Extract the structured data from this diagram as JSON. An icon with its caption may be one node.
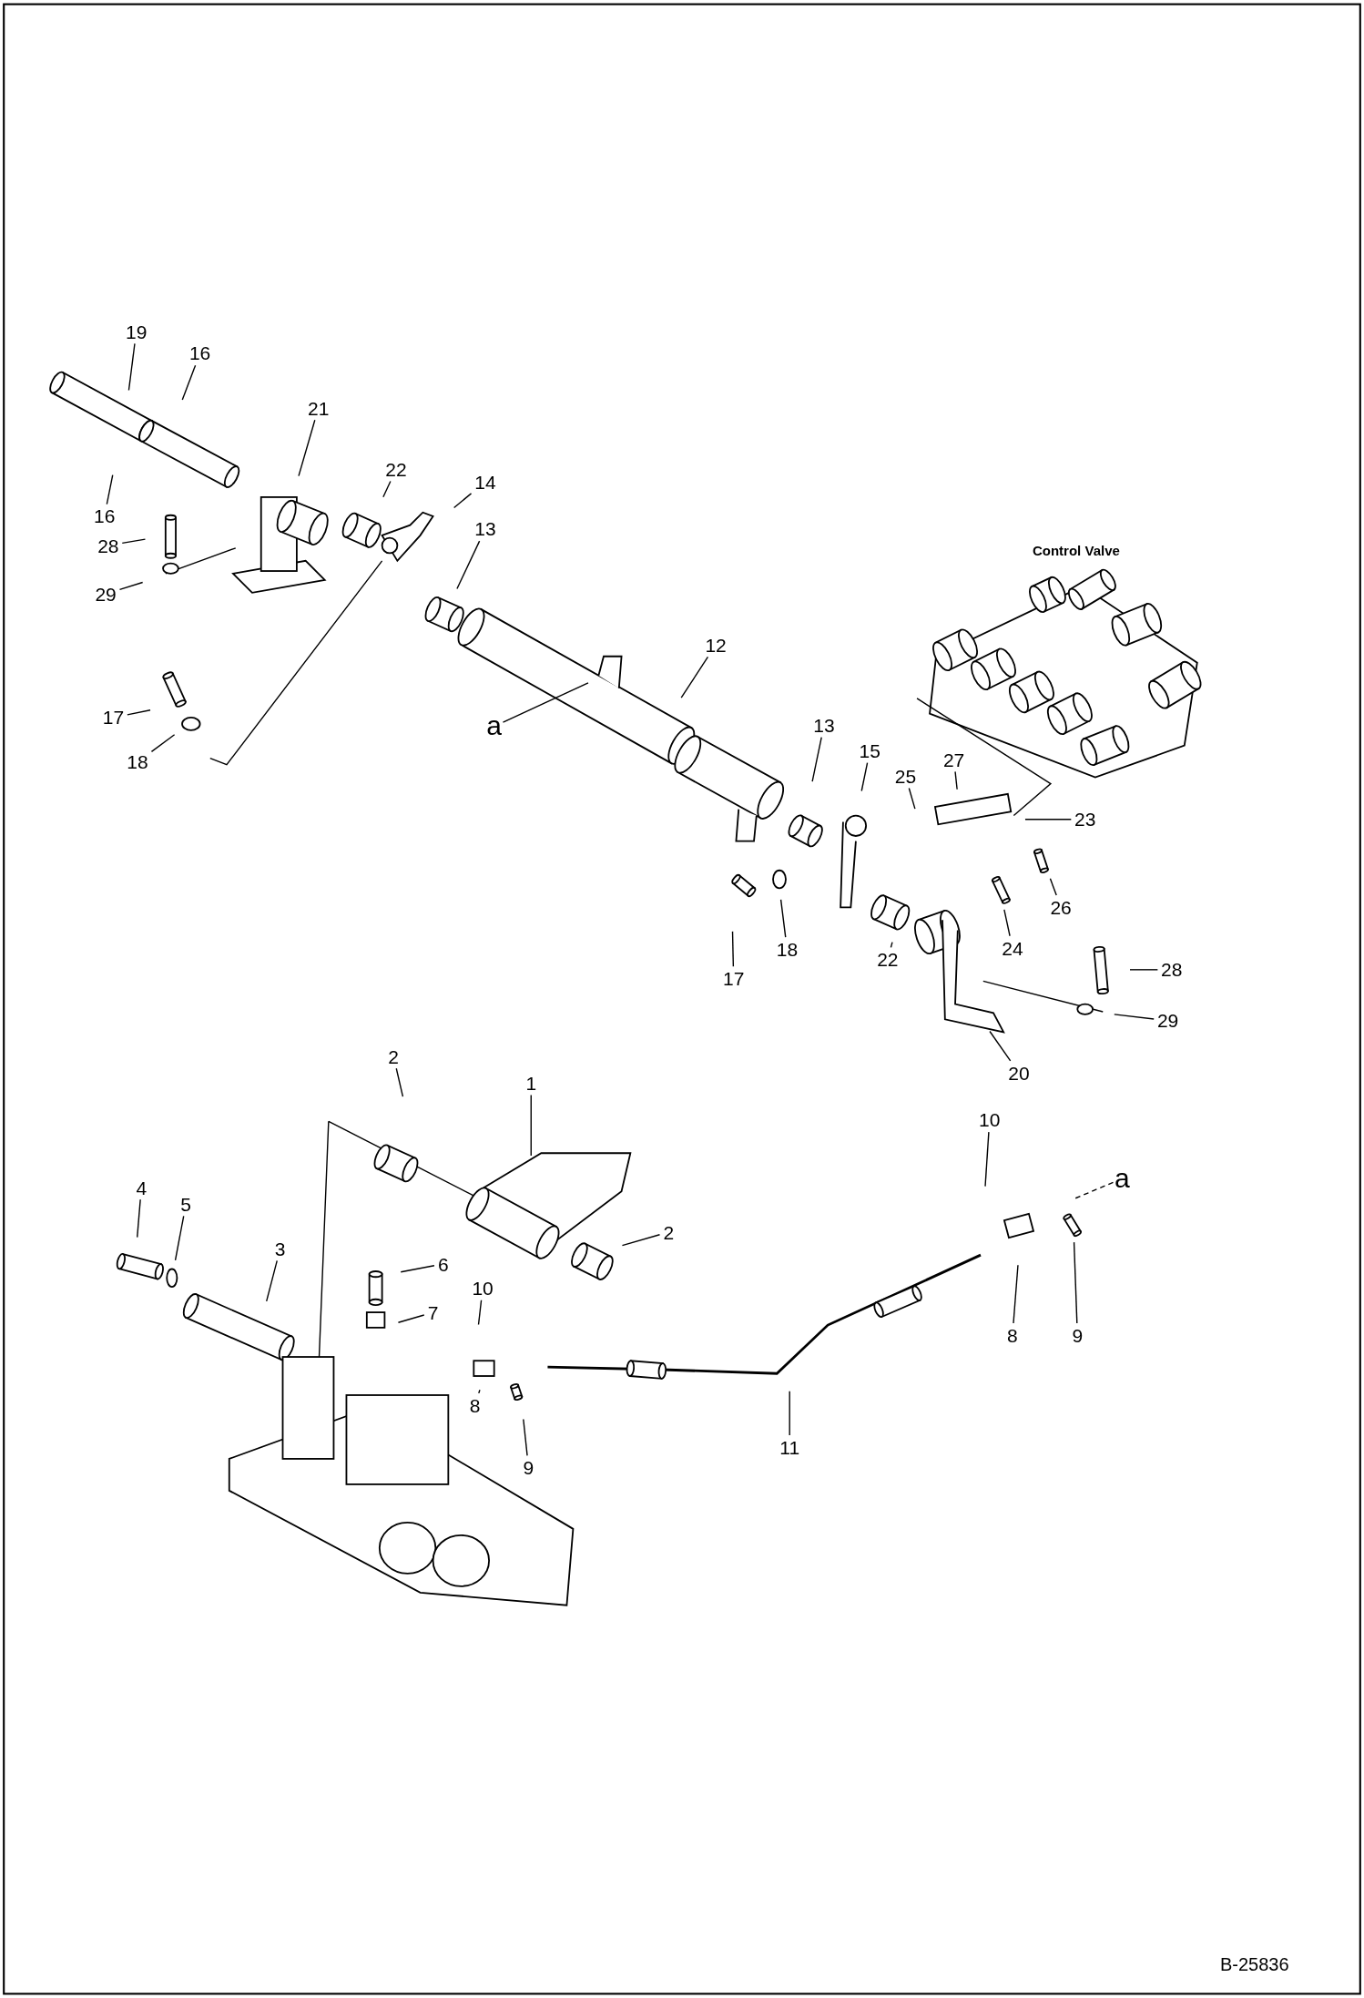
{
  "diagram": {
    "nodes": [
      {
        "text": [
          "19"
        ]
      },
      {
        "text": [
          "16"
        ]
      },
      {
        "text": [
          "21"
        ]
      },
      {
        "text": [
          "16"
        ]
      },
      {
        "text": [
          "22"
        ]
      },
      {
        "text": [
          "14"
        ]
      },
      {
        "text": [
          "28"
        ]
      },
      {
        "text": [
          "13"
        ]
      },
      {
        "text": [
          "29"
        ]
      },
      {
        "text": [
          "12"
        ]
      },
      {
        "text": [
          "a"
        ]
      },
      {
        "text": [
          "17"
        ]
      },
      {
        "text": [
          "18"
        ]
      },
      {
        "text": [
          "13"
        ]
      },
      {
        "text": [
          "15"
        ]
      },
      {
        "text": [
          "25"
        ]
      },
      {
        "text": [
          "27"
        ]
      },
      {
        "text": [
          "23"
        ]
      },
      {
        "text": [
          "17"
        ]
      },
      {
        "text": [
          "18"
        ]
      },
      {
        "text": [
          "22"
        ]
      },
      {
        "text": [
          "24"
        ]
      },
      {
        "text": [
          "26"
        ]
      },
      {
        "text": [
          "28"
        ]
      },
      {
        "text": [
          "29"
        ]
      },
      {
        "text": [
          "20"
        ]
      },
      {
        "text": [
          "2"
        ]
      },
      {
        "text": [
          "1"
        ]
      },
      {
        "text": [
          "10"
        ]
      },
      {
        "text": [
          "a"
        ]
      },
      {
        "text": [
          "4"
        ]
      },
      {
        "text": [
          "5"
        ]
      },
      {
        "text": [
          "2"
        ]
      },
      {
        "text": [
          "3"
        ]
      },
      {
        "text": [
          "6"
        ]
      },
      {
        "text": [
          "7"
        ]
      },
      {
        "text": [
          "10"
        ]
      },
      {
        "text": [
          "8"
        ]
      },
      {
        "text": [
          "9"
        ]
      },
      {
        "text": [
          "11"
        ]
      },
      {
        "text": [
          "8"
        ]
      },
      {
        "text": [
          "9"
        ]
      }
    ],
    "edges": [
      {
        "from": 0,
        "to": null,
        "arrow": "none"
      },
      {
        "from": 1,
        "to": null,
        "arrow": "none"
      },
      {
        "from": 2,
        "to": null,
        "arrow": "none"
      },
      {
        "from": 3,
        "to": null,
        "arrow": "none"
      },
      {
        "from": 4,
        "to": null,
        "arrow": "none"
      },
      {
        "from": 5,
        "to": null,
        "arrow": "none"
      },
      {
        "from": 6,
        "to": null,
        "arrow": "none"
      },
      {
        "from": 7,
        "to": null,
        "arrow": "none"
      },
      {
        "from": 8,
        "to": null,
        "arrow": "none"
      },
      {
        "from": 9,
        "to": null,
        "arrow": "none"
      },
      {
        "from": 10,
        "to": null,
        "arrow": "none"
      },
      {
        "from": 11,
        "to": null,
        "arrow": "none"
      },
      {
        "from": 12,
        "to": null,
        "arrow": "none"
      },
      {
        "from": 13,
        "to": null,
        "arrow": "none"
      },
      {
        "from": 14,
        "to": null,
        "arrow": "none"
      },
      {
        "from": 15,
        "to": null,
        "arrow": "none"
      },
      {
        "from": 16,
        "to": null,
        "arrow": "none"
      },
      {
        "from": 17,
        "to": null,
        "arrow": "none"
      },
      {
        "from": 18,
        "to": null,
        "arrow": "none"
      },
      {
        "from": 19,
        "to": null,
        "arrow": "none"
      },
      {
        "from": 20,
        "to": null,
        "arrow": "none"
      },
      {
        "from": 21,
        "to": null,
        "arrow": "none"
      },
      {
        "from": 22,
        "to": null,
        "arrow": "none"
      },
      {
        "from": 23,
        "to": null,
        "arrow": "none"
      },
      {
        "from": 24,
        "to": null,
        "arrow": "none"
      },
      {
        "from": 25,
        "to": null,
        "arrow": "none"
      },
      {
        "from": 26,
        "to": null,
        "arrow": "none"
      },
      {
        "from": 27,
        "to": null,
        "arrow": "none"
      },
      {
        "from": 28,
        "to": null,
        "arrow": "none"
      },
      {
        "from": 29,
        "to": null,
        "arrow": "none",
        "style": "dashed"
      },
      {
        "from": 30,
        "to": null,
        "arrow": "none"
      },
      {
        "from": 31,
        "to": null,
        "arrow": "none"
      },
      {
        "from": 32,
        "to": null,
        "arrow": "none"
      },
      {
        "from": 33,
        "to": null,
        "arrow": "none"
      },
      {
        "from": 34,
        "to": null,
        "arrow": "none"
      },
      {
        "from": 35,
        "to": null,
        "arrow": "none"
      },
      {
        "from": 36,
        "to": null,
        "arrow": "none"
      },
      {
        "from": 37,
        "to": null,
        "arrow": "none"
      },
      {
        "from": 38,
        "to": null,
        "arrow": "none"
      },
      {
        "from": 39,
        "to": null,
        "arrow": "none"
      },
      {
        "from": 40,
        "to": null,
        "arrow": "none"
      },
      {
        "from": 41,
        "to": null,
        "arrow": "none"
      }
    ],
    "labels": [
      "Control Valve",
      "B-25836"
    ]
  }
}
